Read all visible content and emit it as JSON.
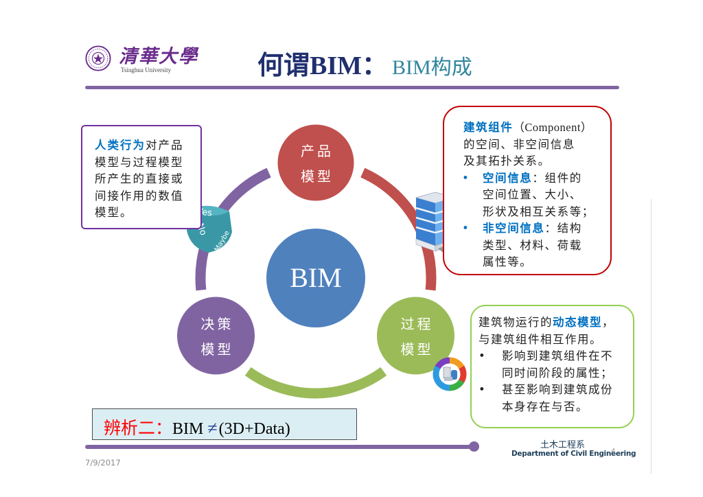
{
  "header": {
    "logo": {
      "icon": "tsinghua-seal-icon",
      "name_cn": "清華大學",
      "name_en": "Tsinghua University"
    },
    "title_main": "何谓BIM：",
    "title_sub": "BIM构成"
  },
  "diagram": {
    "center": {
      "label": "BIM",
      "color": "#4F81BD"
    },
    "nodes": [
      {
        "id": "product",
        "line1": "产品",
        "line2": "模型",
        "color": "#C0504D"
      },
      {
        "id": "process",
        "line1": "过程",
        "line2": "模型",
        "color": "#9BBB59"
      },
      {
        "id": "decision",
        "line1": "决策",
        "line2": "模型",
        "color": "#8064A2"
      }
    ],
    "icons": {
      "dice": {
        "name": "decision-dice-icon",
        "faces": [
          "Yes",
          "No",
          "Maybe"
        ]
      },
      "building": {
        "name": "building-icon"
      },
      "cycle": {
        "name": "process-cycle-icon"
      }
    }
  },
  "callouts": {
    "human": {
      "highlight": "人类行为",
      "text_lines": [
        "对产品",
        "模型与过程模型",
        "所产生的直接或",
        "间接作用的数值",
        "模型。"
      ]
    },
    "component": {
      "highlight": "建筑组件",
      "intro_tail": "（Component）",
      "intro_lines": [
        "的空间、非空间信息",
        "及其拓扑关系。"
      ],
      "bullets": [
        {
          "term": "空间信息",
          "text": "：组件的",
          "more": [
            "空间位置、大小、",
            "形状及相互关系等；"
          ]
        },
        {
          "term": "非空间信息",
          "text": "：结构",
          "more": [
            "类型、材料、荷载",
            "属性等。"
          ]
        }
      ]
    },
    "process": {
      "intro_head": "建筑物运行的",
      "highlight": "动态模型",
      "intro_tail": "，",
      "intro_line2": "与建筑组件相互作用。",
      "bullets": [
        {
          "first": "影响到建筑组件在不",
          "more": [
            "同时间阶段的属性；"
          ]
        },
        {
          "first": "甚至影响到建筑成份",
          "more": [
            "本身存在与否。"
          ]
        }
      ]
    }
  },
  "note": {
    "prefix": "辨析二：",
    "lhs": "BIM",
    "operator": "≠",
    "rhs": "(3D+Data)"
  },
  "footer": {
    "dept_cn": "土木工程系",
    "dept_en": "Department of Civil Engineering",
    "slide_number": "4",
    "date": "7/9/2017"
  }
}
